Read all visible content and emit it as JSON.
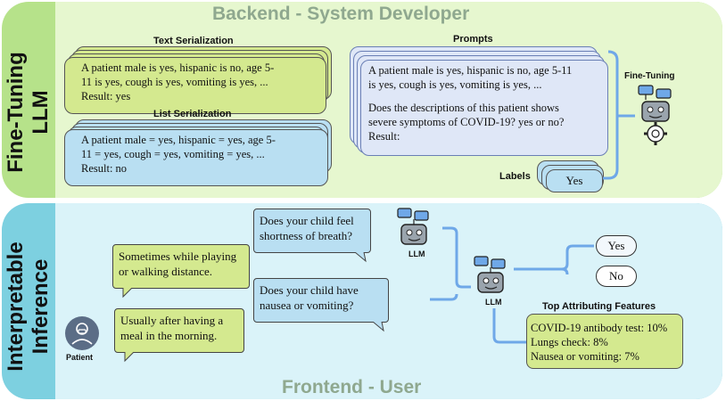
{
  "backend": {
    "title": "Backend - System Developer",
    "side_label_line1": "Fine-Tuning",
    "side_label_line2": "LLM",
    "text_serialization": {
      "heading": "Text Serialization",
      "line1": "A patient male is yes, hispanic is no, age 5-",
      "line2": "11 is yes, cough is yes, vomiting is yes, ...",
      "line3": "Result: yes"
    },
    "list_serialization": {
      "heading": "List Serialization",
      "line1": "A patient male = yes, hispanic = yes, age 5-",
      "line2": "11 = yes, cough = yes, vomiting = yes, ...",
      "line3": "Result: no"
    },
    "prompts": {
      "heading": "Prompts",
      "line1": "A patient male is yes, hispanic is no, age 5-11",
      "line2": "is yes, cough is yes, vomiting is yes, ...",
      "line3": "Does the descriptions of this patient shows",
      "line4": "severe symptoms of COVID-19? yes or no?",
      "line5": "Result:"
    },
    "labels": {
      "heading": "Labels",
      "value": "Yes"
    },
    "fine_tuning_label": "Fine-Tuning"
  },
  "frontend": {
    "title": "Frontend - User",
    "side_label_line1": "Interpretable",
    "side_label_line2": "Inference",
    "questions": [
      {
        "line1": "Does your child feel",
        "line2": "shortness of breath?"
      },
      {
        "line1": "Does your child have",
        "line2": "nausea or vomiting?"
      }
    ],
    "answers": [
      {
        "line1": "Sometimes while playing",
        "line2": "or walking distance."
      },
      {
        "line1": "Usually after having a",
        "line2": "meal in the morning."
      }
    ],
    "llm_label_1": "LLM",
    "llm_label_2": "LLM",
    "patient_label": "Patient",
    "outputs": {
      "yes": "Yes",
      "no": "No"
    },
    "top_features": {
      "heading": "Top Attributing Features",
      "items": [
        "COVID-19 antibody test: 10%",
        "Lungs check: 8%",
        "Nausea or vomiting: 7%"
      ]
    }
  },
  "colors": {
    "backend_band": "#b6e28a",
    "backend_fill": "#e6f7cf",
    "frontend_band": "#7dd0e0",
    "frontend_fill": "#daf3f9",
    "connector": "#6fa8e8",
    "green_card": "#d4e98f",
    "blue_card": "#b9dff2"
  },
  "icons": [
    "robot-icon",
    "chat-bubbles-icon",
    "gear-icon",
    "patient-icon"
  ]
}
